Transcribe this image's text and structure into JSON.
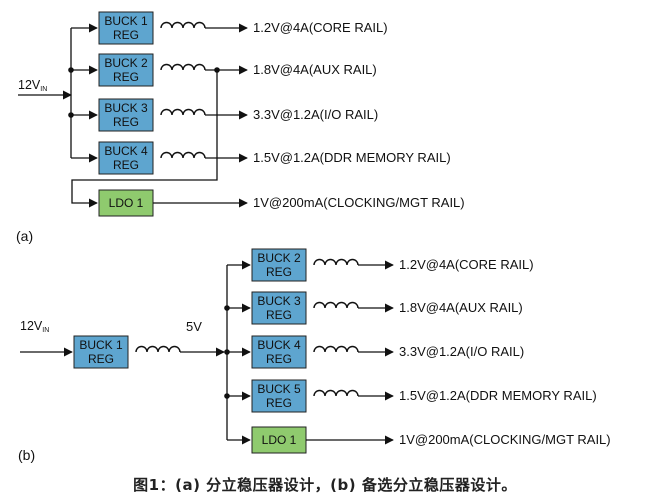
{
  "colors": {
    "buck": "#5ea5cf",
    "ldo": "#8fca6e",
    "line": "#111111"
  },
  "a": {
    "tag": "(a)",
    "input": "12V",
    "input_sub": "IN",
    "bucks": [
      {
        "l1": "BUCK 1",
        "l2": "REG",
        "rail": "1.2V@4A(CORE RAIL)"
      },
      {
        "l1": "BUCK 2",
        "l2": "REG",
        "rail": "1.8V@4A(AUX RAIL)"
      },
      {
        "l1": "BUCK 3",
        "l2": "REG",
        "rail": "3.3V@1.2A(I/O RAIL)"
      },
      {
        "l1": "BUCK 4",
        "l2": "REG",
        "rail": "1.5V@1.2A(DDR MEMORY RAIL)"
      }
    ],
    "ldo": {
      "label": "LDO 1",
      "rail": "1V@200mA(CLOCKING/MGT RAIL)"
    }
  },
  "b": {
    "tag": "(b)",
    "input": "12V",
    "input_sub": "IN",
    "main": {
      "l1": "BUCK 1",
      "l2": "REG"
    },
    "mid": "5V",
    "bucks": [
      {
        "l1": "BUCK 2",
        "l2": "REG",
        "rail": "1.2V@4A(CORE RAIL)"
      },
      {
        "l1": "BUCK 3",
        "l2": "REG",
        "rail": "1.8V@4A(AUX RAIL)"
      },
      {
        "l1": "BUCK 4",
        "l2": "REG",
        "rail": "3.3V@1.2A(I/O RAIL)"
      },
      {
        "l1": "BUCK 5",
        "l2": "REG",
        "rail": "1.5V@1.2A(DDR MEMORY RAIL)"
      }
    ],
    "ldo": {
      "label": "LDO 1",
      "rail": "1V@200mA(CLOCKING/MGT RAIL)"
    }
  },
  "caption": "图1：(a) 分立稳压器设计，(b) 备选分立稳压器设计。"
}
